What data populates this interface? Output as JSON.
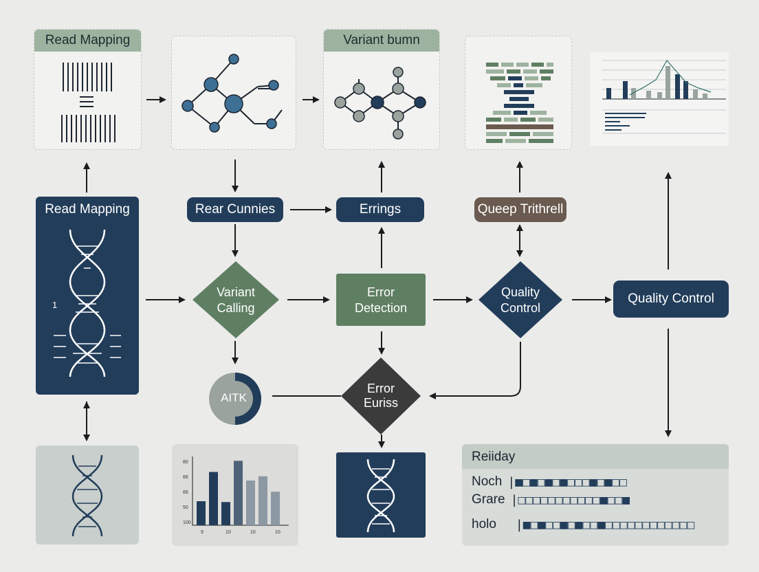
{
  "top_cards": {
    "read_mapping_header": "Read Mapping",
    "variant_header": "Variant bumn"
  },
  "nodes": {
    "read_mapping_panel": "Read Mapping",
    "read_mapping_mark": "1",
    "rear_cunnies": "Rear Cunnies",
    "errings": "Errings",
    "queep": "Queep Trithrell",
    "variant_calling": [
      "Variant",
      "Calling"
    ],
    "error_detection": [
      "Error",
      "Detection"
    ],
    "quality_control_diamond": [
      "Quality",
      "Control"
    ],
    "quality_control_box": "Quality Control",
    "aitk": "AITK",
    "error_euriss": [
      "Error",
      "Euriss"
    ]
  },
  "legend": {
    "title": "Reiiday",
    "rows": [
      {
        "label": "Noch",
        "pattern": "dldldldllldldll"
      },
      {
        "label": "Grare",
        "pattern": "llllllllllldlld"
      },
      {
        "label": "holo",
        "pattern": "dldlldldlldllllllllllll"
      }
    ]
  },
  "mini_bar_chart": {
    "values": [
      28,
      62,
      27,
      75,
      52,
      57,
      39
    ],
    "colors": [
      "#223d5a",
      "#223d5a",
      "#223d5a",
      "#4f6378",
      "#8c98a3",
      "#8c98a3",
      "#8c98a3"
    ],
    "ytick_labels": [
      "80",
      "66",
      "66",
      "50",
      "100"
    ],
    "xtick_labels": [
      "9",
      "10",
      "10",
      "10"
    ]
  },
  "colors": {
    "navy": "#223d5a",
    "green": "#5f7f63",
    "sage": "#9db3a0",
    "brown": "#6a5a4f",
    "dark_gray": "#3b3b3b"
  }
}
